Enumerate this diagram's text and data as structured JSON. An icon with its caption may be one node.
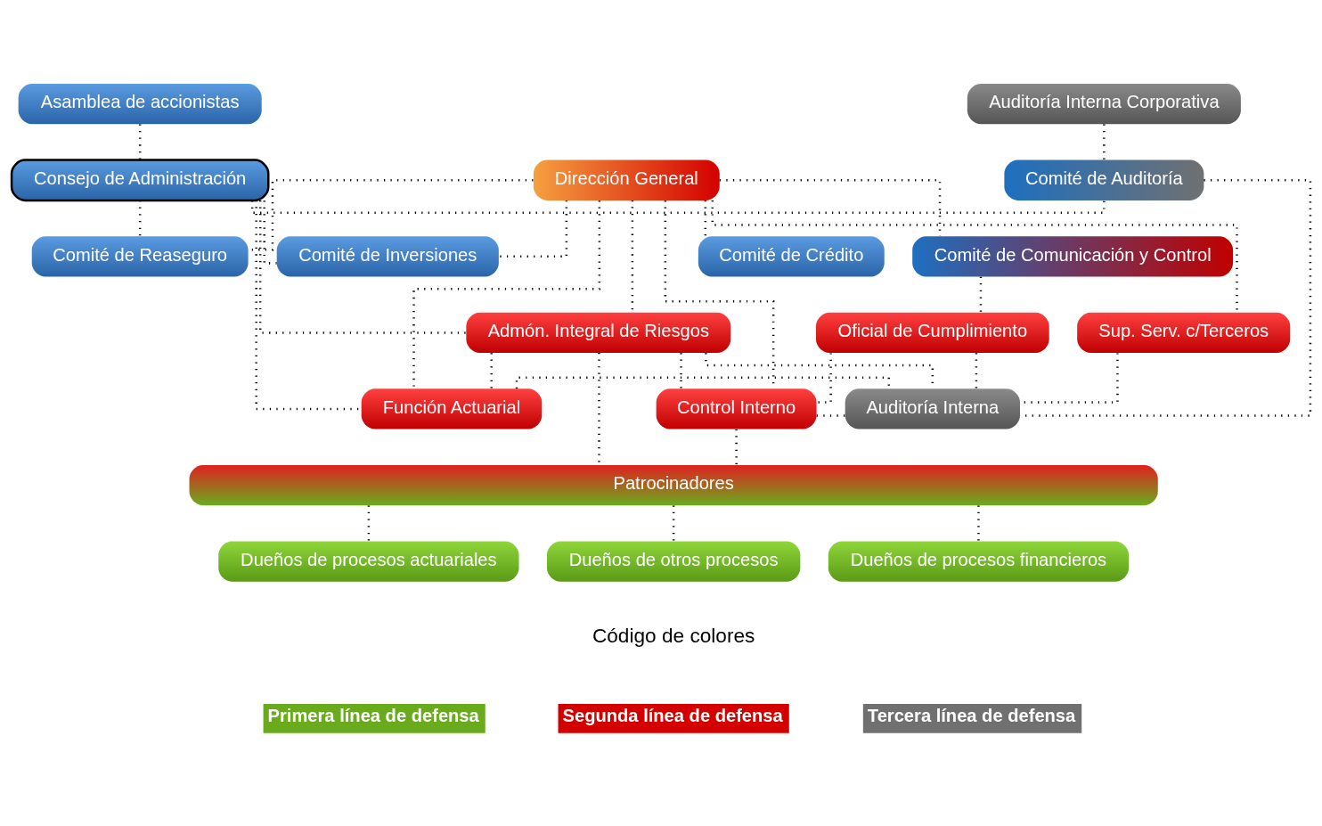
{
  "diagram": {
    "nodes": [
      {
        "text": [
          "Asamblea de accionistas"
        ]
      },
      {
        "text": [
          "Consejo de Administración"
        ]
      },
      {
        "text": [
          "Dirección General"
        ]
      },
      {
        "text": [
          "Comité de Auditoría"
        ]
      },
      {
        "text": [
          "Comité de Reaseguro"
        ]
      },
      {
        "text": [
          "Comité de Inversiones"
        ]
      },
      {
        "text": [
          "Comité de Comunicación y Control"
        ]
      },
      {
        "text": [
          "Comité de Crédito"
        ]
      },
      {
        "text": [
          "Auditoría Interna Corporativa"
        ]
      },
      {
        "text": [
          "Admón. Integral de Riesgos"
        ]
      },
      {
        "text": [
          "Sup. Serv. c/Terceros"
        ]
      },
      {
        "text": [
          "Oficial de Cumplimiento"
        ]
      },
      {
        "text": [
          "Función Actuarial"
        ]
      },
      {
        "text": [
          "Control Interno"
        ]
      },
      {
        "text": [
          "Auditoría Interna"
        ]
      },
      {
        "text": [
          "Patrocinadores"
        ]
      },
      {
        "text": [
          "Dueños de procesos actuariales"
        ]
      },
      {
        "text": [
          "Dueños de otros procesos"
        ]
      },
      {
        "text": [
          "Dueños de procesos financieros"
        ]
      }
    ],
    "edges": [
      {
        "from": 0,
        "to": 1,
        "arrow": "none"
      },
      {
        "from": 1,
        "to": 3,
        "arrow": "none"
      },
      {
        "from": 1,
        "to": 12,
        "arrow": "none"
      },
      {
        "from": 1,
        "to": 4,
        "arrow": "none"
      },
      {
        "from": 1,
        "to": 9,
        "arrow": "none"
      },
      {
        "from": 1,
        "to": 5,
        "arrow": "none"
      },
      {
        "from": 2,
        "to": 12,
        "arrow": "none"
      },
      {
        "from": 2,
        "to": 4,
        "arrow": "none"
      },
      {
        "from": 2,
        "to": 9,
        "arrow": "none"
      },
      {
        "from": 2,
        "to": 5,
        "arrow": "none"
      },
      {
        "from": 2,
        "to": 13,
        "arrow": "none"
      },
      {
        "from": 2,
        "to": 10,
        "arrow": "none"
      },
      {
        "from": 2,
        "to": 6,
        "arrow": "none"
      },
      {
        "from": 2,
        "to": 7,
        "arrow": "none"
      },
      {
        "from": 6,
        "to": 11,
        "arrow": "none"
      },
      {
        "from": 3,
        "to": 14,
        "arrow": "none"
      },
      {
        "from": 8,
        "to": 3,
        "arrow": "none"
      },
      {
        "from": 9,
        "to": 12,
        "arrow": "none"
      },
      {
        "from": 9,
        "to": 15,
        "arrow": "none"
      },
      {
        "from": 9,
        "to": 14,
        "arrow": "none"
      },
      {
        "from": 9,
        "to": 13,
        "arrow": "none"
      },
      {
        "from": 12,
        "to": 14,
        "arrow": "none"
      },
      {
        "from": 13,
        "to": 15,
        "arrow": "none"
      },
      {
        "from": 13,
        "to": 14,
        "arrow": "none"
      },
      {
        "from": 10,
        "to": 14,
        "arrow": "none"
      },
      {
        "from": 11,
        "to": 13,
        "arrow": "none"
      },
      {
        "from": 11,
        "to": 14,
        "arrow": "none"
      },
      {
        "from": 15,
        "to": 16,
        "arrow": "none"
      },
      {
        "from": 15,
        "to": 17,
        "arrow": "none"
      },
      {
        "from": 15,
        "to": 18,
        "arrow": "none"
      }
    ],
    "labels": [
      "Código de colores"
    ],
    "legend": [
      {
        "text": "Primera línea de defensa",
        "color": "#6aab1e"
      },
      {
        "text": "Segunda línea de defensa",
        "color": "#d40000"
      },
      {
        "text": "Tercera línea de defensa",
        "color": "#707070"
      }
    ]
  }
}
